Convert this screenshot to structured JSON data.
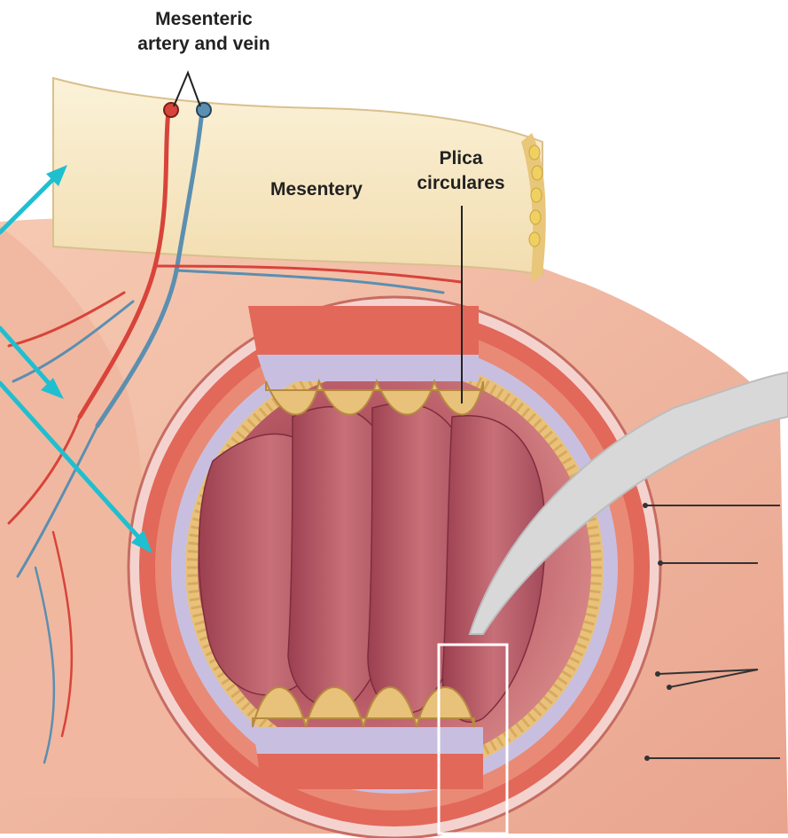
{
  "labels": {
    "mesenteric_line1": "Mesenteric",
    "mesenteric_line2": "artery and vein",
    "mesentery": "Mesentery",
    "plica_line1": "Plica",
    "plica_line2": "circulares"
  },
  "colors": {
    "arrow": "#1fbfd0",
    "muscle": "#e2685a",
    "mucosa": "#b84a5a",
    "villi": "#e8c27a",
    "submucosa": "#c8bfe0",
    "mesentery": "#f6e6bf",
    "artery": "#d8433a",
    "vein": "#5b8fb0"
  }
}
